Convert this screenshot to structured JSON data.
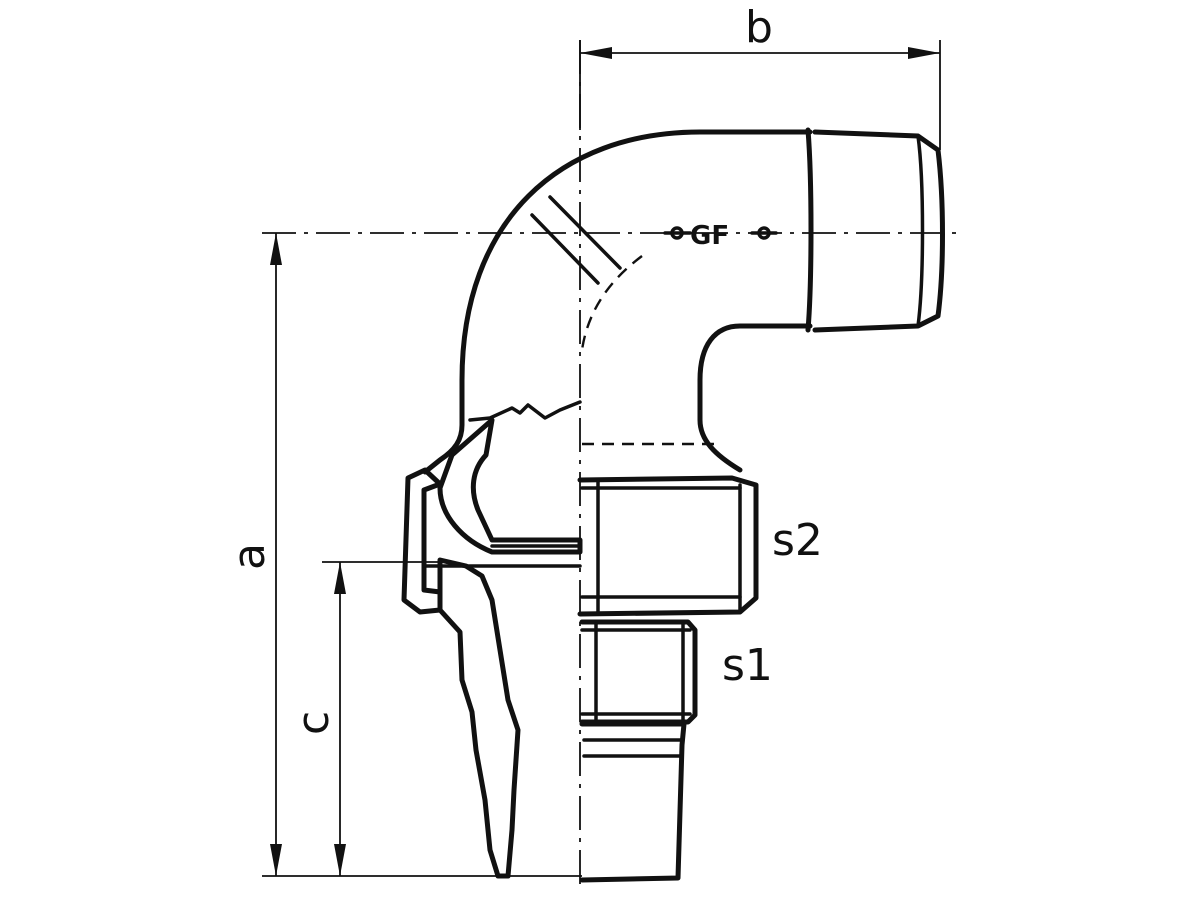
{
  "labels": {
    "dim_a": "a",
    "dim_b": "b",
    "dim_c": "c",
    "dim_s1": "s1",
    "dim_s2": "s2"
  },
  "logo": {
    "text": "GF"
  }
}
